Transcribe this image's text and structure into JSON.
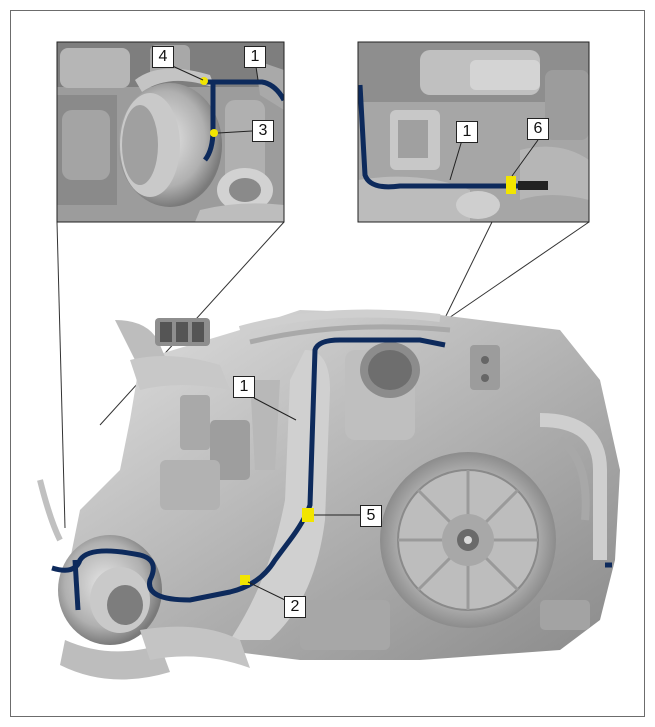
{
  "callouts": {
    "inset_left_1": "1",
    "inset_left_3": "3",
    "inset_left_4": "4",
    "inset_right_1": "1",
    "inset_right_6": "6",
    "main_1": "1",
    "main_2": "2",
    "main_5": "5"
  },
  "colors": {
    "line": "#0d2a5c",
    "clip": "#f2e500",
    "engine": "#b9b9b9",
    "frame": "#6c6c6c"
  }
}
